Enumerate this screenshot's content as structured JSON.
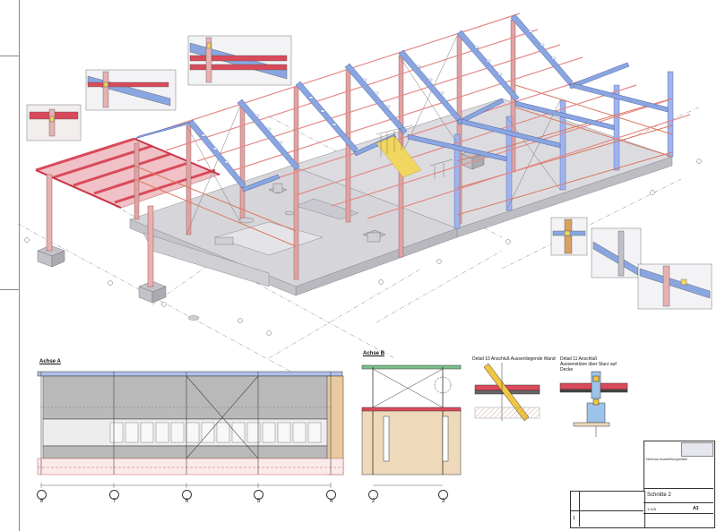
{
  "sections": {
    "section_a": "Achse A",
    "section_b": "Achse B",
    "detail_10": "Detail 10 Anschluß Aussenliegende Wand",
    "detail_11": "Detail 11 Anschluß Aussenstütze über Sturz auf Decke"
  },
  "axis_labels_a": [
    "8",
    "7",
    "6",
    "5",
    "4"
  ],
  "axis_labels_b": [
    "2",
    "3"
  ],
  "title_block": {
    "drawing_title": "Schnitte 2",
    "format": "A3",
    "scale": "1:125",
    "project_line": "Neubau Ausstellungshalle",
    "sheet_number": "1"
  },
  "colors": {
    "steel_blue": "#8aa6e0",
    "steel_red": "#d94a5a",
    "steel_pink": "#e8b0b0",
    "concrete": "#c8c8cc",
    "facade_gray": "#b9b9b9",
    "wood": "#e8c9a0"
  }
}
